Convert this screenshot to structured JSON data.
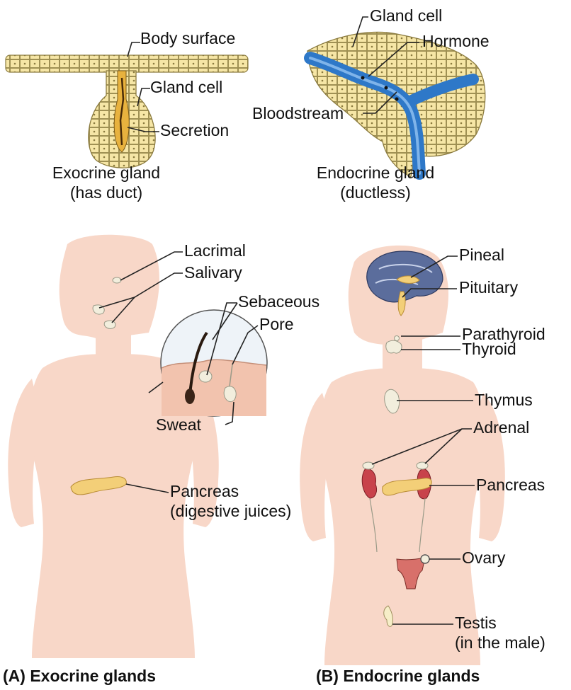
{
  "top_left": {
    "labels": {
      "body_surface": "Body surface",
      "gland_cell": "Gland cell",
      "secretion": "Secretion"
    },
    "caption_line1": "Exocrine gland",
    "caption_line2": "(has duct)"
  },
  "top_right": {
    "labels": {
      "gland_cell": "Gland cell",
      "hormone": "Hormone",
      "bloodstream": "Bloodstream"
    },
    "caption_line1": "Endocrine gland",
    "caption_line2": "(ductless)"
  },
  "panel_a": {
    "title": "(A) Exocrine glands",
    "labels": {
      "lacrimal": "Lacrimal",
      "salivary": "Salivary",
      "sebaceous": "Sebaceous",
      "pore": "Pore",
      "sweat": "Sweat",
      "pancreas_line1": "Pancreas",
      "pancreas_line2": "(digestive juices)"
    }
  },
  "panel_b": {
    "title": "(B) Endocrine glands",
    "labels": {
      "pineal": "Pineal",
      "pituitary": "Pituitary",
      "parathyroid": "Parathyroid",
      "thyroid": "Thyroid",
      "thymus": "Thymus",
      "adrenal": "Adrenal",
      "pancreas": "Pancreas",
      "ovary": "Ovary",
      "testis_line1": "Testis",
      "testis_line2": "(in the male)"
    }
  },
  "colors": {
    "body_silhouette": "#f8d7c8",
    "gland_cells": "#f6e6a6",
    "bloodstream": "#2e78c8",
    "pancreas": "#f3cf78",
    "brain": "#5b6d9c",
    "kidney": "#c8424b",
    "uterus": "#d8706a"
  }
}
